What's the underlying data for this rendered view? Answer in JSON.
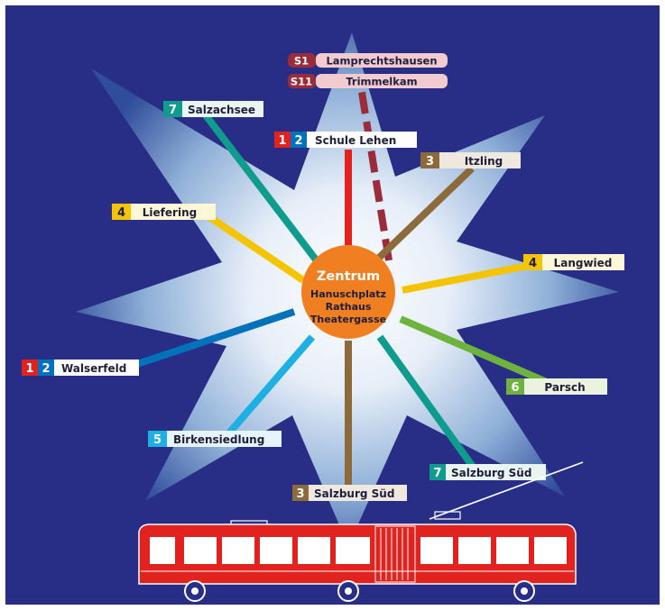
{
  "center": {
    "title": "Zentrum",
    "lines": [
      "Hanuschplatz",
      "Rathaus",
      "Theatergasse"
    ]
  },
  "colors": {
    "background": "#282d85",
    "center_disc": "#f07f22",
    "line_1": "#e2221f",
    "line_2": "#0072bc",
    "line_3": "#8c6a3c",
    "line_4": "#f5c400",
    "line_5": "#1fb0e3",
    "line_6": "#6fb33f",
    "line_7": "#0f9c8e",
    "line_s": "#9b2c3c",
    "bus": "#e2221f"
  },
  "routes": [
    {
      "id": "lamprechtshausen",
      "lines": [
        "S1"
      ],
      "destination": "Lamprechtshausen"
    },
    {
      "id": "trimmelkam",
      "lines": [
        "S11"
      ],
      "destination": "Trimmelkam"
    },
    {
      "id": "salzachsee",
      "lines": [
        "7"
      ],
      "destination": "Salzachsee"
    },
    {
      "id": "schule-lehen",
      "lines": [
        "1",
        "2"
      ],
      "destination": "Schule Lehen"
    },
    {
      "id": "itzling",
      "lines": [
        "3"
      ],
      "destination": "Itzling"
    },
    {
      "id": "liefering",
      "lines": [
        "4"
      ],
      "destination": "Liefering"
    },
    {
      "id": "langwied",
      "lines": [
        "4"
      ],
      "destination": "Langwied"
    },
    {
      "id": "walserfeld",
      "lines": [
        "1",
        "2"
      ],
      "destination": "Walserfeld"
    },
    {
      "id": "parsch",
      "lines": [
        "6"
      ],
      "destination": "Parsch"
    },
    {
      "id": "birkensiedlung",
      "lines": [
        "5"
      ],
      "destination": "Birkensiedlung"
    },
    {
      "id": "salzburg-sued-7",
      "lines": [
        "7"
      ],
      "destination": "Salzburg Süd"
    },
    {
      "id": "salzburg-sued-3",
      "lines": [
        "3"
      ],
      "destination": "Salzburg Süd"
    }
  ]
}
